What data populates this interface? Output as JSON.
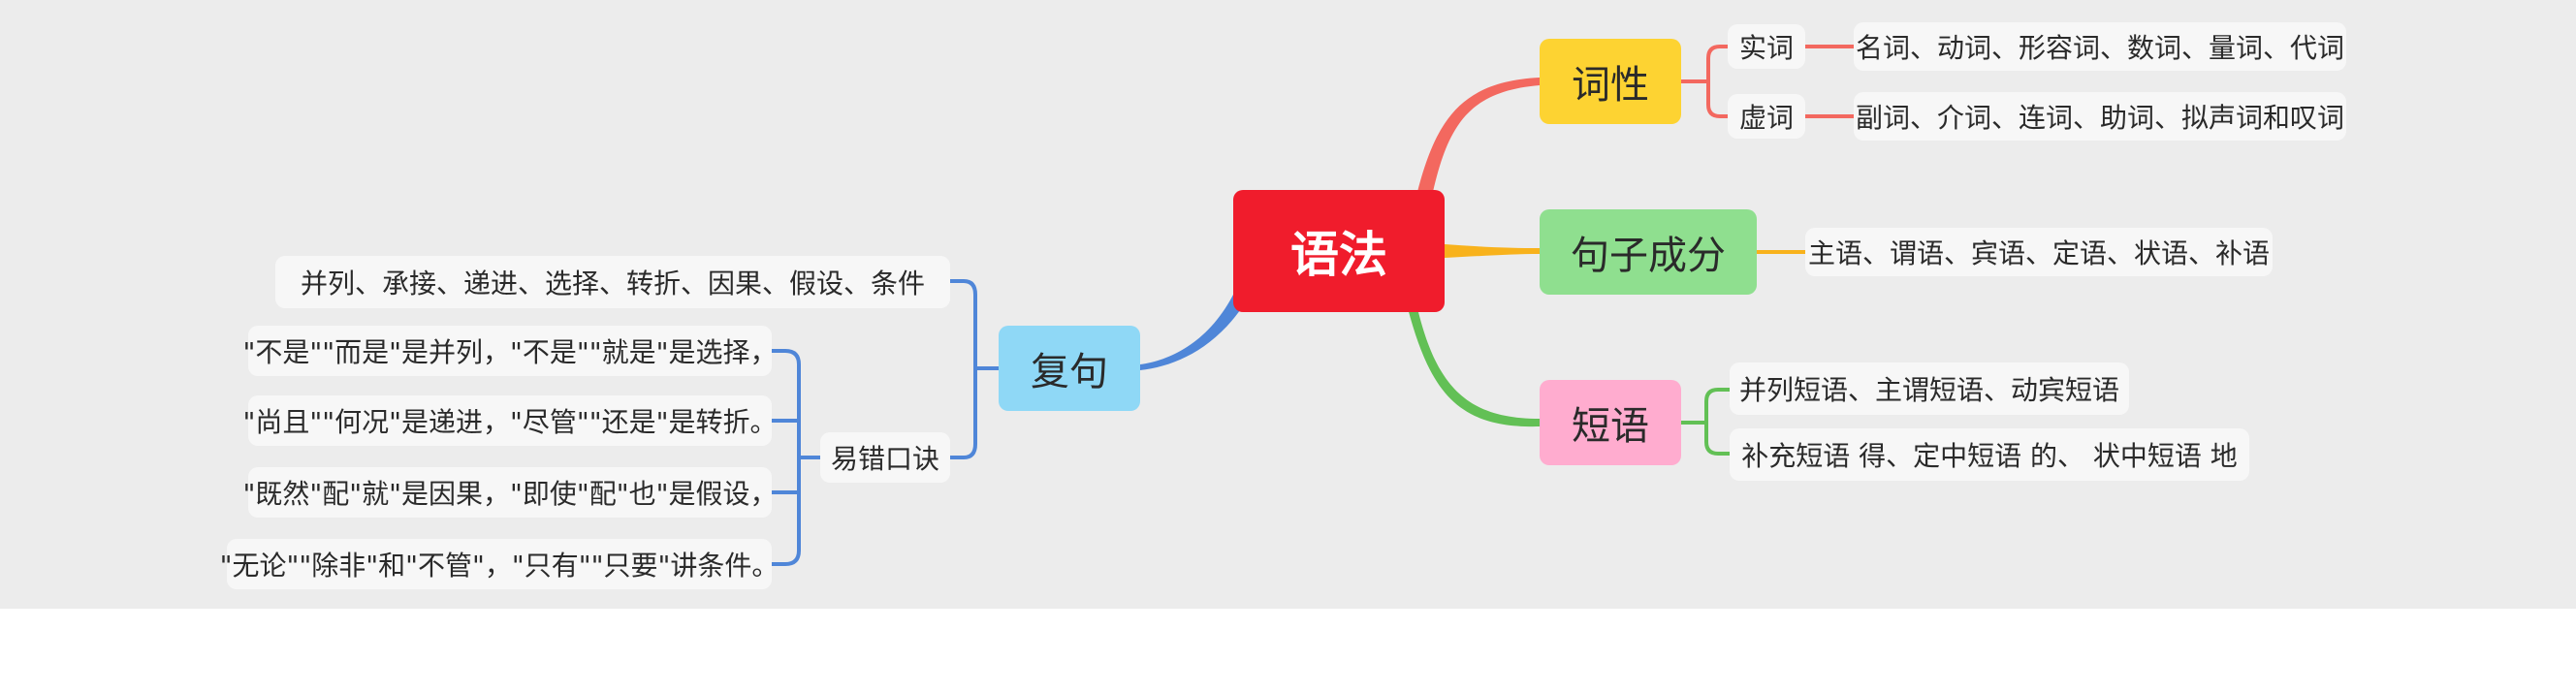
{
  "colors": {
    "background": "#ececec",
    "root": "#f01c2c",
    "cixing": "#fdd332",
    "juzi": "#8fdf8f",
    "duanyu": "#ffaccf",
    "fuju": "#8fd8f6",
    "branch_red": "#f3685f",
    "branch_orange": "#f8b21c",
    "branch_green": "#62c055",
    "branch_blue": "#4f86d8"
  },
  "root": {
    "label": "语法"
  },
  "cixing": {
    "label": "词性",
    "children": [
      {
        "label": "实词",
        "detail": "名词、动词、形容词、数词、量词、代词"
      },
      {
        "label": "虚词",
        "detail": "副词、介词、连词、助词、拟声词和叹词"
      }
    ]
  },
  "juzi": {
    "label": "句子成分",
    "detail": "主语、谓语、宾语、定语、状语、补语"
  },
  "duanyu": {
    "label": "短语",
    "children": [
      {
        "label": "并列短语、主谓短语、动宾短语"
      },
      {
        "label": "补充短语 得、定中短语 的、 状中短语 地"
      }
    ]
  },
  "fuju": {
    "label": "复句",
    "types": "并列、承接、递进、选择、转折、因果、假设、条件",
    "mnemonic": {
      "label": "易错口诀",
      "lines": [
        "\"不是\"\"而是\"是并列，\"不是\"\"就是\"是选择，",
        "\"尚且\"\"何况\"是递进，\"尽管\"\"还是\"是转折。",
        "\"既然\"配\"就\"是因果，\"即使\"配\"也\"是假设，",
        "\"无论\"\"除非\"和\"不管\"，\"只有\"\"只要\"讲条件。"
      ]
    }
  }
}
